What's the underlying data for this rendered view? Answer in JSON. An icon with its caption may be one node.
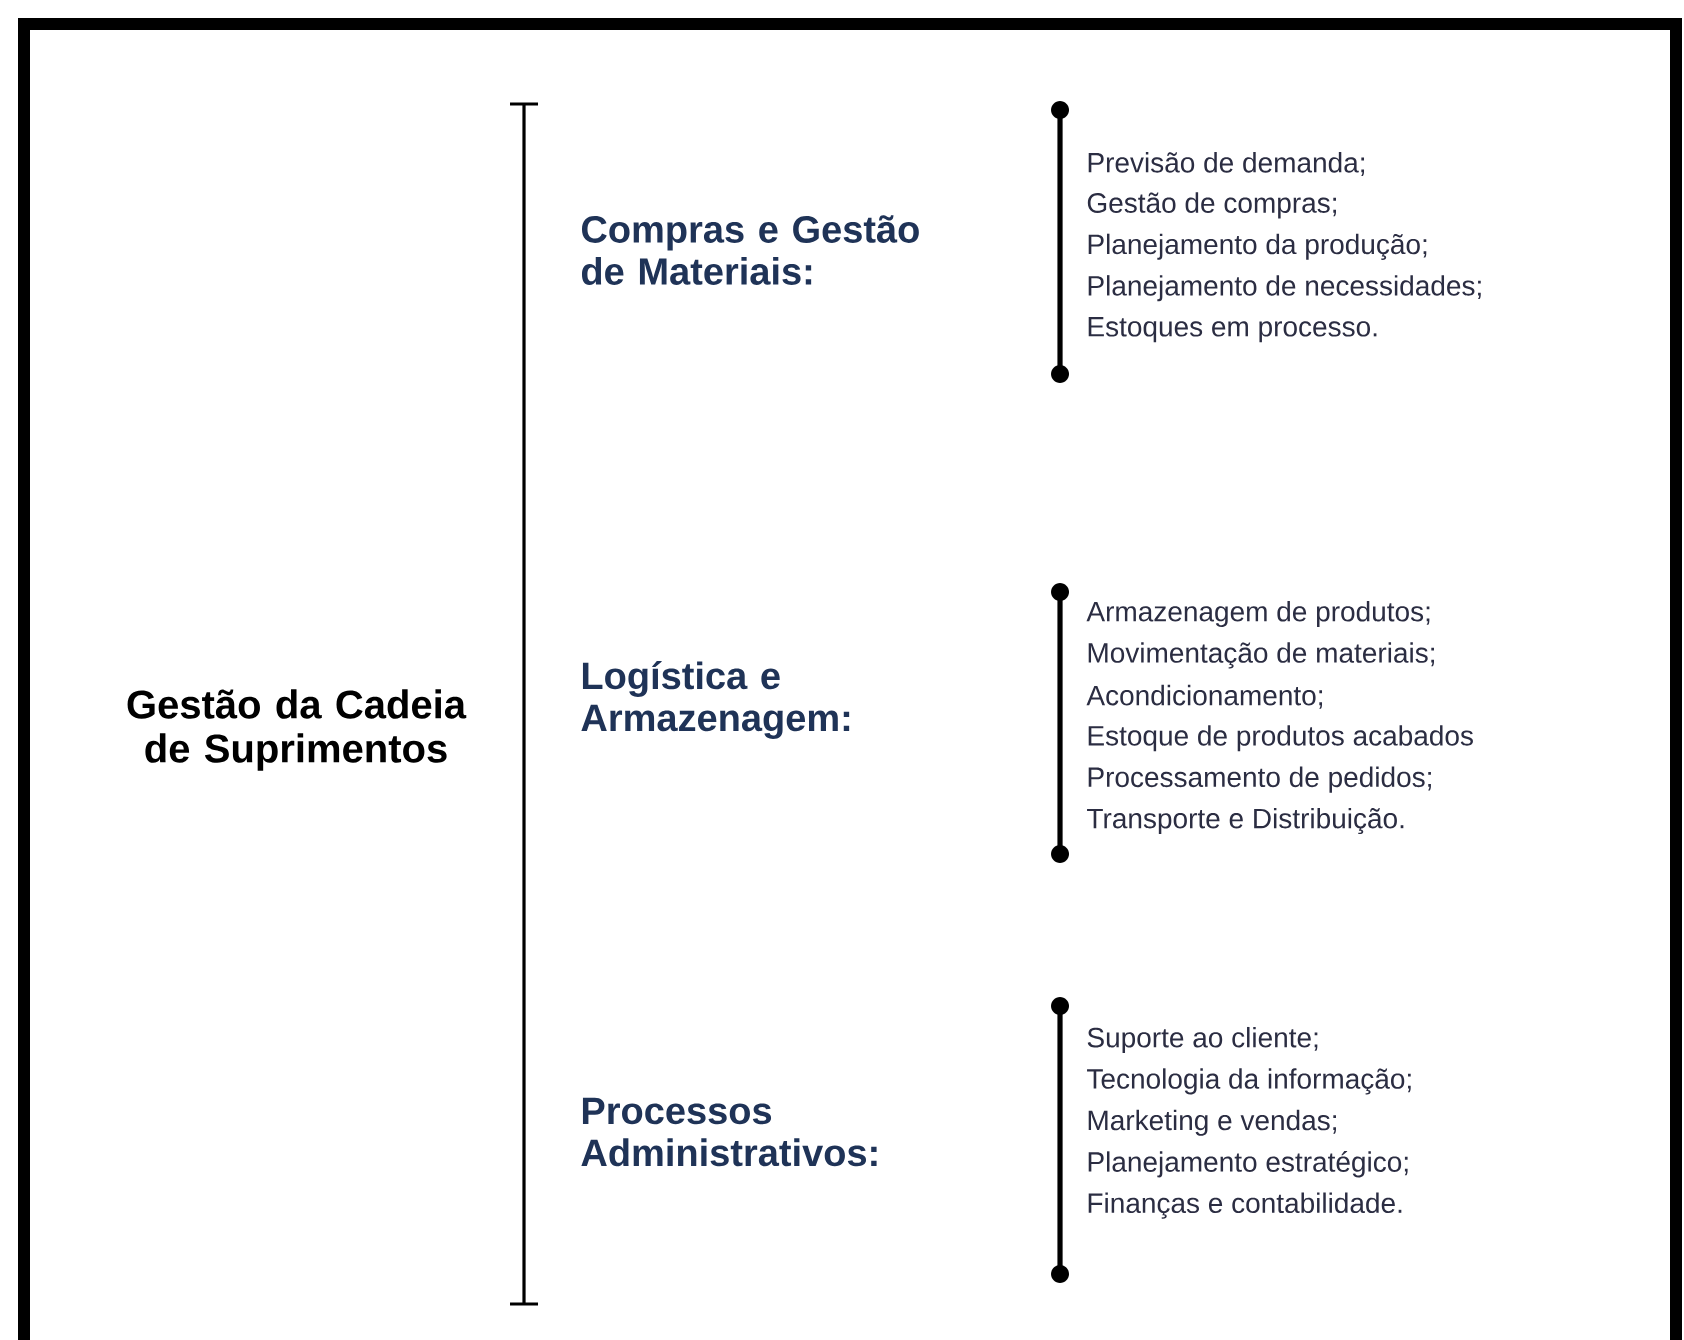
{
  "diagram": {
    "labels": [
      "Gestão da Cadeia de Suprimentos",
      "Compras e Gestão de Materiais:",
      "Previsão de demanda;",
      "Gestão de compras;",
      "Planejamento da produção;",
      "Planejamento de necessidades;",
      "Estoques em processo.",
      "Logística e Armazenagem:",
      "Armazenagem de produtos;",
      "Movimentação de materiais;",
      "Acondicionamento;",
      "Estoque de produtos acabados",
      "Processamento de pedidos;",
      "Transporte e Distribuição.",
      "Processos Administrativos:",
      "Suporte ao cliente;",
      "Tecnologia da informação;",
      "Marketing e vendas;",
      "Planejamento estratégico;",
      "Finanças e contabilidade."
    ]
  }
}
